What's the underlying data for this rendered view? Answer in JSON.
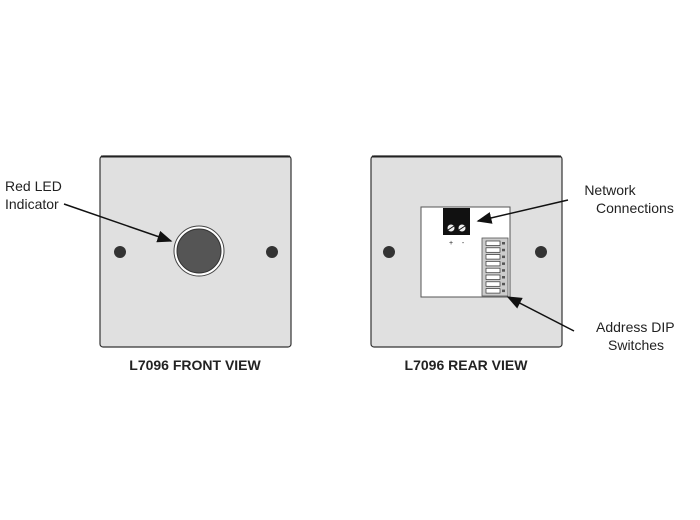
{
  "front_view": {
    "caption": "L7096 FRONT VIEW",
    "led_label_line1": "Red LED",
    "led_label_line2": "Indicator"
  },
  "rear_view": {
    "caption": "L7096 REAR VIEW",
    "network_label_line1": "Network",
    "network_label_line2": "Connections",
    "dip_label_line1": "Address DIP",
    "dip_label_line2": "Switches",
    "terminal_plus": "+",
    "terminal_minus": "-",
    "dip_switch_count": 8
  },
  "colors": {
    "plate": "#e0e0e0",
    "led": "#555555",
    "screw": "#333333",
    "terminal": "#111111"
  }
}
